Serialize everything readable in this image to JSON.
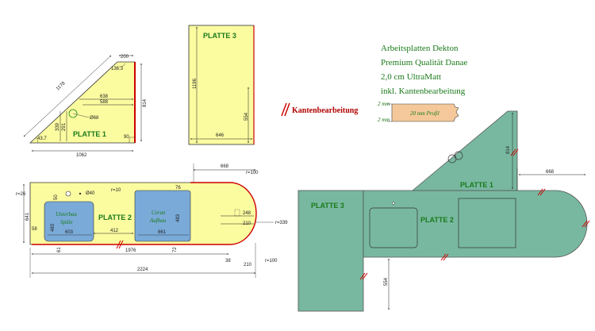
{
  "info": {
    "line1": "Arbeitsplatten Dekton",
    "line2": "Premium Qualität Danae",
    "line3": "2,0 cm UltraMatt",
    "line4": "inkl. Kantenbearbeitung"
  },
  "legend": {
    "edge_label": "Kantenbearbeitung",
    "profile_label": "20 mm Profil",
    "profile_dim_top": "2 mm",
    "profile_dim_bottom": "2 mm"
  },
  "colors": {
    "slab_fill": "#fbfba0",
    "cutout_fill": "#7aaad8",
    "model_fill": "#78b8a0",
    "edge_red": "#cc0000",
    "label_green": "#1a7a1a"
  },
  "platte1": {
    "label": "PLATTE 1",
    "d_200": "200",
    "d_1178": "1178",
    "d_136": "136.3",
    "d_638": "638",
    "d_588": "588",
    "d_814": "814",
    "d_339": "339",
    "d_291": "291",
    "d_hole": "Ø68",
    "d_43": "43.7",
    "d_90": "90",
    "d_1062": "1062"
  },
  "platte3": {
    "label": "PLATTE 3",
    "d_1196": "1196",
    "d_554": "554",
    "d_646": "646"
  },
  "platte2": {
    "label": "PLATTE 2",
    "sink_label_1": "Unterbau",
    "sink_label_2": "Spüle",
    "cook_label_1": "Ceran",
    "cook_label_2": "Aufbau",
    "d_668": "668",
    "d_r100_top": "r=100",
    "d_r26": "r=26",
    "d_40hole": "Ø40",
    "d_r10": "r=10",
    "d_76": "76",
    "d_50": "50",
    "d_641": "641",
    "d_483a": "483",
    "d_483b": "483",
    "d_603": "603",
    "d_412": "412",
    "d_661": "661",
    "d_58": "58",
    "d_61": "61",
    "d_72": "72",
    "d_248": "248",
    "d_210a": "210",
    "d_r339": "r=339",
    "d_1976": "1976",
    "d_38": "38",
    "d_210b": "210",
    "d_r100_bot": "r=100",
    "d_2224": "2224"
  },
  "model": {
    "label_p1": "PLATTE 1",
    "label_p2": "PLATTE 2",
    "label_p3": "PLATTE 3",
    "d_814": "814",
    "d_668": "668",
    "d_554": "554"
  }
}
